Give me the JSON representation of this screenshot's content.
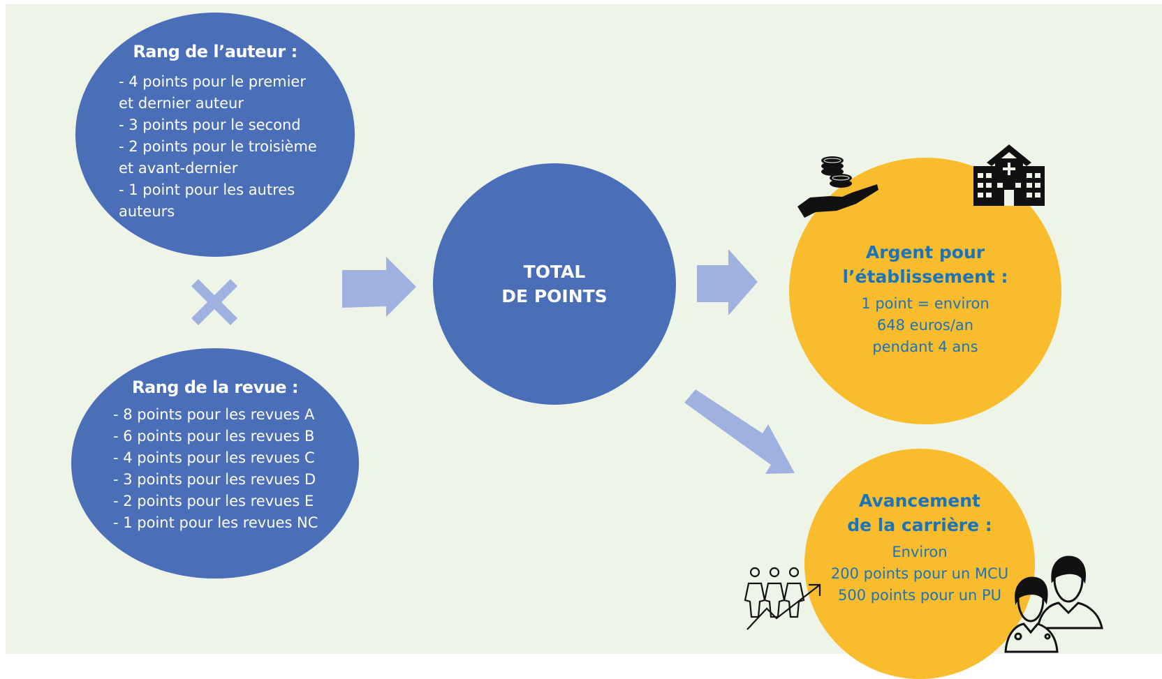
{
  "auteur": {
    "title": "Rang de l’auteur :",
    "lines": [
      "- 4 points pour le premier",
      "et dernier auteur",
      "- 3 points pour le second",
      "- 2 points pour le troisième",
      "et avant-dernier",
      "- 1 point pour les autres",
      "auteurs"
    ]
  },
  "revue": {
    "title": "Rang de la revue :",
    "lines": [
      "- 8 points pour les revues A",
      "- 6 points pour les revues B",
      "- 4 points pour les revues C",
      "- 3 points pour les revues D",
      "- 2 points pour les revues E",
      "- 1 point pour les revues NC"
    ]
  },
  "total": {
    "line1": "TOTAL",
    "line2": "DE POINTS"
  },
  "argent": {
    "title_line1": "Argent pour",
    "title_line2": "l’établissement :",
    "body": [
      "1 point = environ",
      "648 euros/an",
      "pendant 4 ans"
    ]
  },
  "carriere": {
    "title_line1": "Avancement",
    "title_line2": "de la carrière :",
    "body": [
      "Environ",
      "200 points pour un MCU",
      "500 points pour un PU"
    ]
  },
  "colors": {
    "background": "#eef5e8",
    "ellipse_blue": "#4a6fb8",
    "arrow_light_blue": "#9fb2df",
    "circle_yellow": "#f9bc2d",
    "text_blue": "#1b73b8"
  },
  "icons": [
    "multiply-icon",
    "arrow-right-icon",
    "arrow-diagonal-icon",
    "coins-hand-icon",
    "hospital-icon",
    "team-growth-icon",
    "doctors-icon"
  ]
}
